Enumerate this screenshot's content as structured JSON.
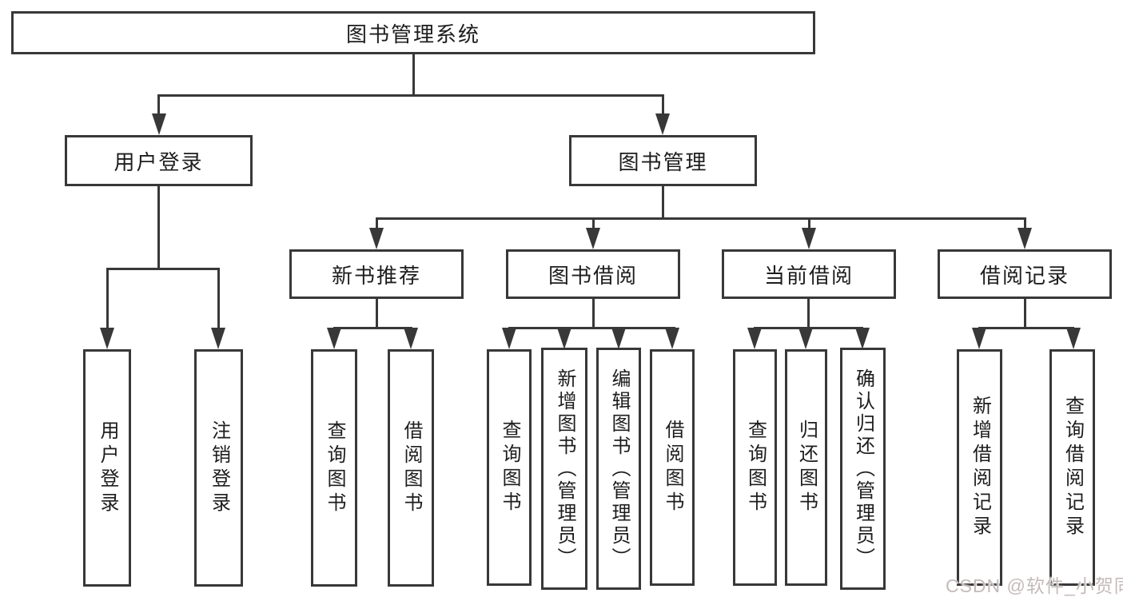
{
  "diagram": {
    "nodes": {
      "root": {
        "label": "图书管理系统"
      },
      "user_login": {
        "label": "用户登录"
      },
      "book_management": {
        "label": "图书管理"
      },
      "new_book_recommend": {
        "label": "新书推荐"
      },
      "book_borrow": {
        "label": "图书借阅"
      },
      "current_borrow": {
        "label": "当前借阅"
      },
      "borrow_records": {
        "label": "借阅记录"
      },
      "leaf_user_login": {
        "label": "用户登录"
      },
      "leaf_logout": {
        "label": "注销登录"
      },
      "leaf_nbr_query_books": {
        "label": "查询图书"
      },
      "leaf_nbr_borrow_books": {
        "label": "借阅图书"
      },
      "leaf_bb_query_books": {
        "label": "查询图书"
      },
      "leaf_bb_add_books": {
        "label": "新增图书（管理员）"
      },
      "leaf_bb_edit_books": {
        "label": "编辑图书（管理员）"
      },
      "leaf_bb_borrow_books": {
        "label": "借阅图书"
      },
      "leaf_cb_query_books": {
        "label": "查询图书"
      },
      "leaf_cb_return_books": {
        "label": "归还图书"
      },
      "leaf_cb_confirm_return": {
        "label": "确认归还（管理员）"
      },
      "leaf_br_add_record": {
        "label": "新增借阅记录"
      },
      "leaf_br_query_record": {
        "label": "查询借阅记录"
      }
    },
    "watermark": {
      "text": "CSDN @软件_小贺同学"
    },
    "colors": {
      "line": "#383838",
      "text": "#1d1d1d",
      "background": "#ffffff",
      "watermark": "#c5baba"
    }
  }
}
